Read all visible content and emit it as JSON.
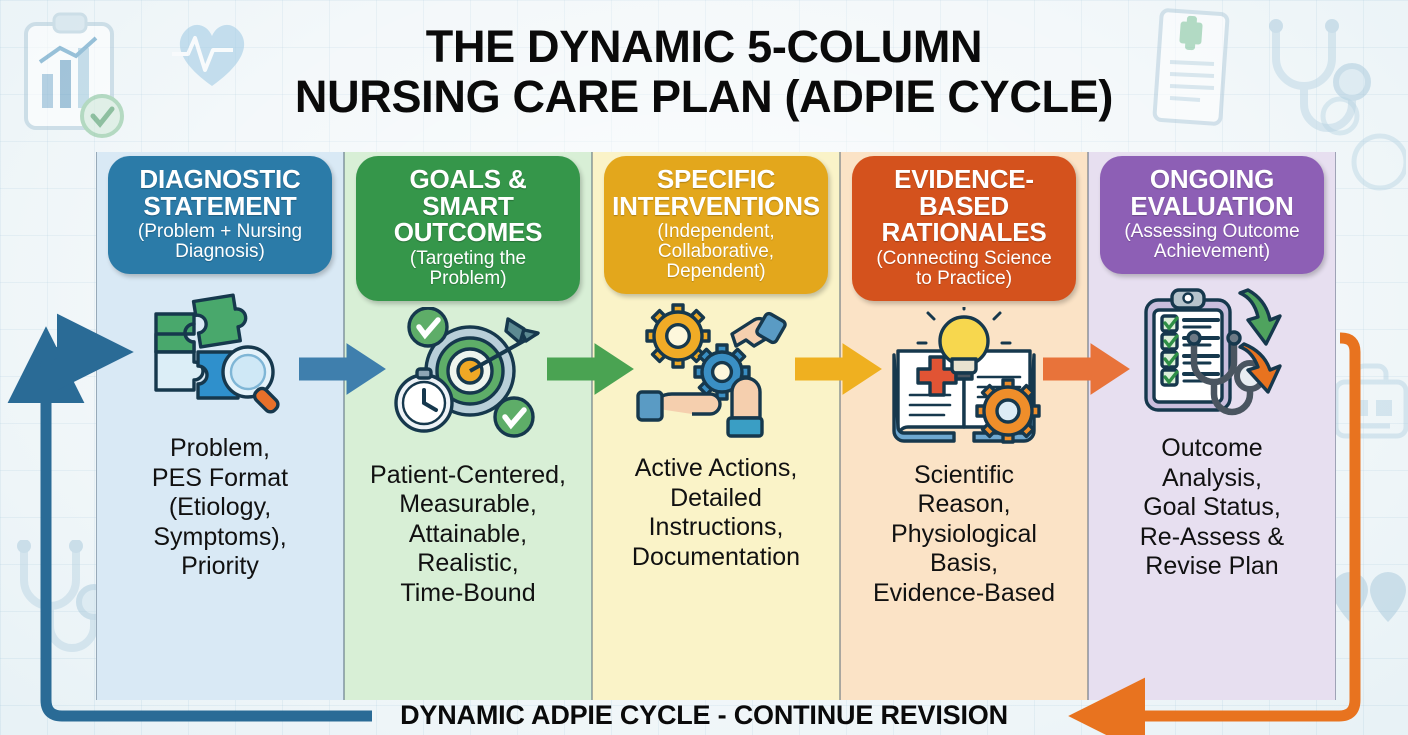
{
  "title": {
    "line1": "THE DYNAMIC 5-COLUMN",
    "line2": "NURSING CARE PLAN (ADPIE CYCLE)"
  },
  "footer": {
    "label": "DYNAMIC ADPIE CYCLE - CONTINUE REVISION"
  },
  "columns": [
    {
      "header_main": "DIAGNOSTIC\nSTATEMENT",
      "header_sub": "(Problem + Nursing\nDiagnosis)",
      "body": "Problem,\nPES Format\n(Etiology,\nSymptoms),\nPriority",
      "icon": "puzzle-magnifier-icon",
      "header_color": "#2b7ba8",
      "panel_color": "#d9e9f5",
      "arrow_color": "#3f7fad"
    },
    {
      "header_main": "GOALS &\nSMART\nOUTCOMES",
      "header_sub": "(Targeting the\nProblem)",
      "body": "Patient-Centered,\nMeasurable,\nAttainable,\nRealistic,\nTime-Bound",
      "icon": "target-arrow-stopwatch-icon",
      "header_color": "#35964a",
      "panel_color": "#d8efd6",
      "arrow_color": "#4aa352"
    },
    {
      "header_main": "SPECIFIC\nINTERVENTIONS",
      "header_sub": "(Independent,\nCollaborative,\nDependent)",
      "body": "Active Actions,\nDetailed\nInstructions,\nDocumentation",
      "icon": "gears-hands-icon",
      "header_color": "#e3a71c",
      "panel_color": "#faf3c8",
      "arrow_color": "#efb020"
    },
    {
      "header_main": "EVIDENCE-BASED\nRATIONALES",
      "header_sub": "(Connecting Science\nto Practice)",
      "body": "Scientific\nReason,\nPhysiological\nBasis,\nEvidence-Based",
      "icon": "book-lightbulb-gear-icon",
      "header_color": "#d4521d",
      "panel_color": "#fbe3c6",
      "arrow_color": "#e8733a"
    },
    {
      "header_main": "ONGOING\nEVALUATION",
      "header_sub": "(Assessing Outcome\nAchievement)",
      "body": "Outcome\nAnalysis,\nGoal Status,\nRe-Assess &\nRevise Plan",
      "icon": "clipboard-stethoscope-icon",
      "header_color": "#8d5fb5",
      "panel_color": "#e7dff0",
      "arrow_color": "#8d5fb5"
    }
  ],
  "cycle": {
    "return_arrow_color": "#e8731f",
    "forward_arrow_color": "#2a6b96"
  }
}
